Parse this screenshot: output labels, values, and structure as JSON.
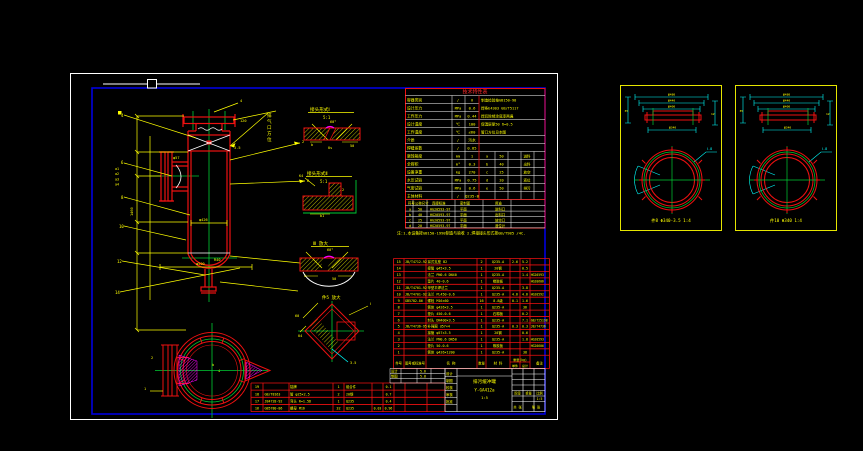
{
  "colors": {
    "bg": "#000000",
    "line_red": "#ee1111",
    "dim_yellow": "#ffff00",
    "center_green": "#00cc33",
    "frame_blue": "#0000dd",
    "sheet_white": "#ffffff",
    "aux_cyan": "#00ffff",
    "weld_magenta": "#ff00ff"
  },
  "front_view": {
    "leader_labels": [
      "4",
      "6",
      "8",
      "10",
      "12",
      "14"
    ],
    "stack_note": [
      "a1",
      "a2",
      "a3",
      "a4"
    ],
    "vertical_note": "排气口方位",
    "micro": [
      "φ426",
      "1460",
      "φ57",
      "3.5",
      "R40",
      "φ500",
      "2",
      "6",
      "120",
      "4",
      "1",
      "2",
      "4",
      "b"
    ]
  },
  "weld_details": [
    {
      "title": "接头形式Ⅰ",
      "scale": "5:1"
    },
    {
      "title": "接头形式Ⅱ",
      "scale": "5:1"
    },
    {
      "title": "Ⅲ 放大",
      "scale": "2:1"
    },
    {
      "title": "件5 放大",
      "scale": ""
    }
  ],
  "weld_micro": [
    "60°",
    "b",
    "δs",
    "50",
    "K4",
    "2",
    "b1",
    "60°",
    "δ",
    "50",
    "60",
    "δ4",
    "3.5",
    "Ⅰ"
  ],
  "tech_table": {
    "title": "技术特性表",
    "left_rows": [
      {
        "l": "容器类别",
        "u": "/",
        "v": "Ⅱ"
      },
      {
        "l": "设计压力",
        "u": "MPa",
        "v": "0.6"
      },
      {
        "l": "工作压力",
        "u": "MPa",
        "v": "0.44"
      },
      {
        "l": "设计温度",
        "u": "℃",
        "v": "100"
      },
      {
        "l": "工作温度",
        "u": "℃",
        "v": "≤60"
      },
      {
        "l": "介质",
        "u": "/",
        "v": "污水"
      },
      {
        "l": "焊缝系数",
        "u": "/",
        "v": "0.85"
      },
      {
        "l": "腐蚀裕度",
        "u": "mm",
        "v": "1"
      },
      {
        "l": "全容积",
        "u": "m³",
        "v": "0.3"
      },
      {
        "l": "设备净重",
        "u": "kg",
        "v": "270"
      },
      {
        "l": "水压试验",
        "u": "MPa",
        "v": "0.75"
      },
      {
        "l": "气密试验",
        "u": "MPa",
        "v": "0.6"
      },
      {
        "l": "主体材料",
        "u": "/",
        "v": "Q235-B"
      }
    ],
    "right_rows": [
      "制造检验按GB150-98",
      "焊条E4303 GB/T5117",
      "焊后除锈涂底漆两遍",
      "保温层厚50 δ=0.5",
      "管口方位见本图"
    ],
    "grid_rows": [
      [
        "a",
        "50",
        "进料"
      ],
      [
        "b",
        "40",
        "出料"
      ],
      [
        "c",
        "25",
        "放空"
      ],
      [
        "d",
        "20",
        "液位"
      ],
      [
        "e",
        "50",
        "排污"
      ]
    ],
    "port_header": [
      "符号",
      "公称尺寸",
      "连接标准",
      "密封面",
      "用途"
    ],
    "port_rows": [
      [
        "a",
        "50",
        "HG20593-97",
        "平面",
        "进料口"
      ],
      [
        "b",
        "40",
        "HG20593-97",
        "平面",
        "出料口"
      ],
      [
        "c",
        "25",
        "HG20593-97",
        "平面",
        "放空口"
      ],
      [
        "d",
        "20",
        "HG20593-97",
        "平面",
        "液位计"
      ]
    ],
    "note": "注:1.本设备按GB150-1998制造与验收 2.焊接接头形式按GB/T985 /4C."
  },
  "bom": {
    "rows": [
      [
        "15",
        "JB/T4712-92",
        "耳式支座 B2",
        "2",
        "Q235-A",
        "2.6",
        "5.2",
        ""
      ],
      [
        "14",
        "",
        "接管 φ45×3.5",
        "1",
        "20钢",
        "",
        "0.5",
        ""
      ],
      [
        "13",
        "",
        "法兰 PN0.6 DN40",
        "1",
        "Q235-A",
        "",
        "1.4",
        "HG20593"
      ],
      [
        "12",
        "",
        "垫片 40-0.6",
        "1",
        "橡胶板",
        "",
        "",
        "HG20606"
      ],
      [
        "11",
        "JB/T4701-92",
        "甲型平焊法兰",
        "1",
        "Q235-A",
        "",
        "3.8",
        ""
      ],
      [
        "10",
        "JB/T4701-92",
        "法兰 PL450-0.6",
        "1",
        "Q235-A",
        "4.6",
        "4.6",
        "HG20592"
      ],
      [
        "9",
        "GB5782-86",
        "螺栓 M16×60",
        "16",
        "8.8级",
        "0.1",
        "1.6",
        ""
      ],
      [
        "8",
        "",
        "筒体 φ426×3.5",
        "1",
        "Q235-A",
        "",
        "36",
        ""
      ],
      [
        "7",
        "",
        "垫片 450-0.6",
        "1",
        "石棉板",
        "",
        "0.2",
        ""
      ],
      [
        "6",
        "",
        "封头 DN400×3.5",
        "1",
        "Q235-A",
        "",
        "7.1",
        "GB/T25198"
      ],
      [
        "5",
        "JB/T4736-95",
        "补强圈 d57×4",
        "1",
        "Q235-A",
        "0.3",
        "0.3",
        "JB/T4736"
      ],
      [
        "4",
        "",
        "接管 φ57×3.5",
        "1",
        "20钢",
        "",
        "0.6",
        ""
      ],
      [
        "3",
        "",
        "法兰 PN0.6 DN50",
        "1",
        "Q235-A",
        "",
        "1.8",
        "HG20593"
      ],
      [
        "2",
        "",
        "垫片 50-0.6",
        "1",
        "橡胶板",
        "",
        "",
        "HG20606"
      ],
      [
        "1",
        "",
        "筒体 φ426×1200",
        "1",
        "Q235-A",
        "",
        "38",
        ""
      ]
    ],
    "header": [
      "件号",
      "图号或标准号",
      "名 称",
      "数量",
      "材 料",
      "备注"
    ],
    "weight_label": "重量(kg)",
    "w1": "单件",
    "w2": "总计"
  },
  "bom2": {
    "rows": [
      [
        "19",
        "",
        "铭牌",
        "1",
        "组合件",
        "",
        "0.1",
        ""
      ],
      [
        "18",
        "GB/T8163",
        "管 φ25×2.5",
        "2",
        "20钢",
        "",
        "0.7",
        ""
      ],
      [
        "17",
        "JB4728-92",
        "弯头 R=1.5D",
        "1",
        "Q235",
        "",
        "0.4",
        ""
      ],
      [
        "16",
        "GB5780-86",
        "螺母 M16",
        "32",
        "Q235",
        "0.03",
        "0.96",
        ""
      ]
    ]
  },
  "sig_strip": [
    [
      "设计",
      "",
      "5.6"
    ],
    [
      "制图",
      "",
      "5.8"
    ]
  ],
  "title_block": {
    "product": "排污缓冲罐",
    "drawing_no": "Y-GA412a",
    "scale_value": "1:5",
    "left_labels": [
      "设计",
      "制图",
      "校核",
      "审核",
      "批准"
    ],
    "cells": {
      "stage": "阶段",
      "weight": "重量",
      "scale": "比例",
      "scale_v": "1:5",
      "sheets": "共 张",
      "sheet_no": "第 张"
    }
  },
  "detail_a": {
    "caption": "件8 Φ340-3.5 1:4",
    "leader": "Ⅰ-8",
    "dims": [
      "φ480",
      "φ440",
      "φ400",
      "φ340",
      "35",
      "12"
    ]
  },
  "detail_b": {
    "caption": "件10 Φ340 1:4",
    "leader": "Ⅰ-8",
    "dims": [
      "φ480",
      "φ440",
      "φ400",
      "φ340",
      "35",
      "12"
    ]
  }
}
